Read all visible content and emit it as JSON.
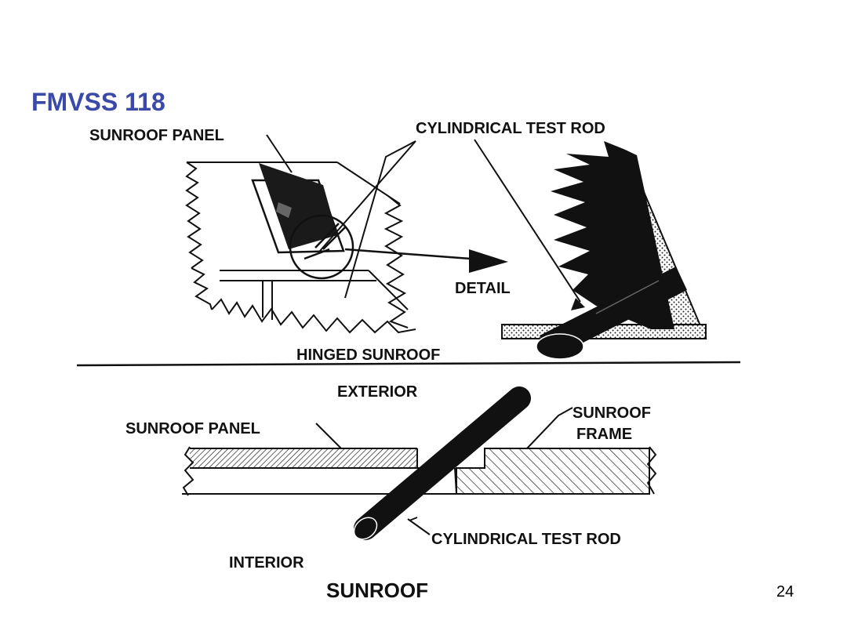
{
  "slide": {
    "title": "FMVSS 118",
    "page_number": "24"
  },
  "hinged_sunroof_diagram": {
    "label_sunroof_panel": "SUNROOF PANEL",
    "label_test_rod": "CYLINDRICAL TEST ROD",
    "label_detail": "DETAIL",
    "caption": "HINGED SUNROOF"
  },
  "sunroof_section_diagram": {
    "label_exterior": "EXTERIOR",
    "label_sunroof_panel": "SUNROOF PANEL",
    "label_sunroof_frame_line1": "SUNROOF",
    "label_sunroof_frame_line2": "FRAME",
    "label_test_rod": "CYLINDRICAL TEST ROD",
    "label_interior": "INTERIOR",
    "caption": "SUNROOF"
  },
  "colors": {
    "title": "#3b4aa8",
    "ink": "#111111"
  }
}
